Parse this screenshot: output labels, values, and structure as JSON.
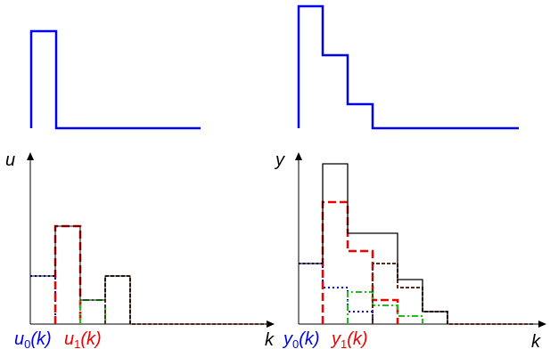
{
  "axes": {
    "left_y": "u",
    "left_x": "k",
    "right_y": "y",
    "right_x": "k"
  },
  "labels": {
    "u0": {
      "main": "u",
      "sub": "0",
      "arg": "(k)"
    },
    "u1": {
      "main": "u",
      "sub": "1",
      "arg": "(k)"
    },
    "y0": {
      "main": "y",
      "sub": "0",
      "arg": "(k)"
    },
    "y1": {
      "main": "y",
      "sub": "1",
      "arg": "(k)"
    }
  },
  "colors": {
    "blue": "#0000ee",
    "red": "#ee0000",
    "green": "#22bb22",
    "brown": "#5a2a1a",
    "black": "#000000"
  }
}
